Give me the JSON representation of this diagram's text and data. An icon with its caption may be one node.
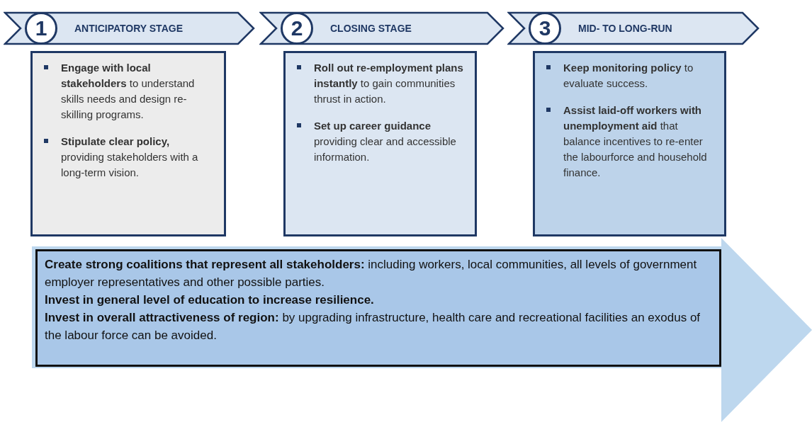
{
  "diagram": {
    "nodes": [
      {
        "text": [
          "1",
          "ANTICIPATORY STAGE"
        ]
      },
      {
        "text": [
          "**Engage with local stakeholders** to understand skills needs and design re-skilling programs.",
          "**Stipulate clear policy,** providing stakeholders with a long-term vision."
        ]
      },
      {
        "text": [
          "2",
          "CLOSING STAGE"
        ]
      },
      {
        "text": [
          "**Roll out re-employment plans instantly** to gain communities thrust in action.",
          "**Set up career guidance** providing clear and accessible information."
        ]
      },
      {
        "text": [
          "3",
          "MID- TO LONG-RUN"
        ]
      },
      {
        "text": [
          "**Keep monitoring policy** to evaluate success.",
          "**Assist laid-off workers with unemployment aid** that balance incentives to re-enter the labourforce and household finance."
        ]
      },
      {
        "text": [],
        "shape": "arrow"
      },
      {
        "text": [
          "**Create strong coalitions that represent all stakeholders:** including workers, local communities, all levels of government employer representatives and other possible parties.",
          "**Invest in general level of education to increase resilience.**",
          "**Invest in overall attractiveness of region:** by upgrading infrastructure, health care and recreational facilities an exodus of the labour force can be avoided."
        ],
        "in": 6
      }
    ]
  }
}
